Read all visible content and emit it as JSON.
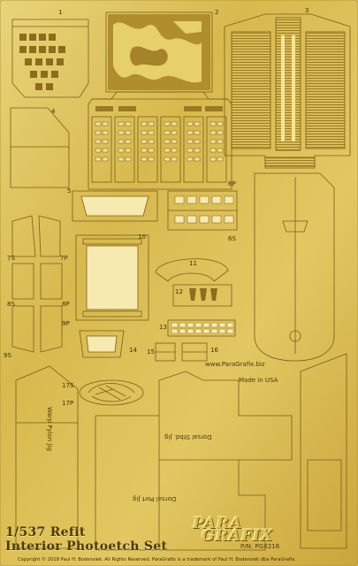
{
  "part_numbers": [
    "1",
    "2",
    "3",
    "4",
    "5",
    "6P",
    "6S",
    "7S",
    "7P",
    "8S",
    "8P",
    "9P",
    "9S",
    "10",
    "11",
    "12",
    "13",
    "14",
    "15",
    "16",
    "17S",
    "17P"
  ],
  "jig_labels": {
    "warp_pylon": "Warp Pylon Jig",
    "dorsal_stbd": "Dorsal Stbd. Jig",
    "dorsal_port": "Dorsal Port Jig"
  },
  "website": "www.ParaGrafix.biz",
  "made_in": "Made in USA",
  "brand": {
    "line1": "PARA",
    "line2": "GRAFIX"
  },
  "part_number": "P/N: PGX216",
  "title": {
    "scale": "1/537 Refit",
    "name": "Interior Photoetch Set"
  },
  "copyright": "Copyright © 2018 Paul H. Bodensiek. All Rights Reserved. ParaGrafix is a trademark of Paul H. Bodensiek dba ParaGrafix.",
  "colors": {
    "brass_light": "#e6cf6a",
    "brass_mid": "#cfae3e",
    "brass_dark": "#a8842a",
    "etch_line": "#7a5e18"
  }
}
